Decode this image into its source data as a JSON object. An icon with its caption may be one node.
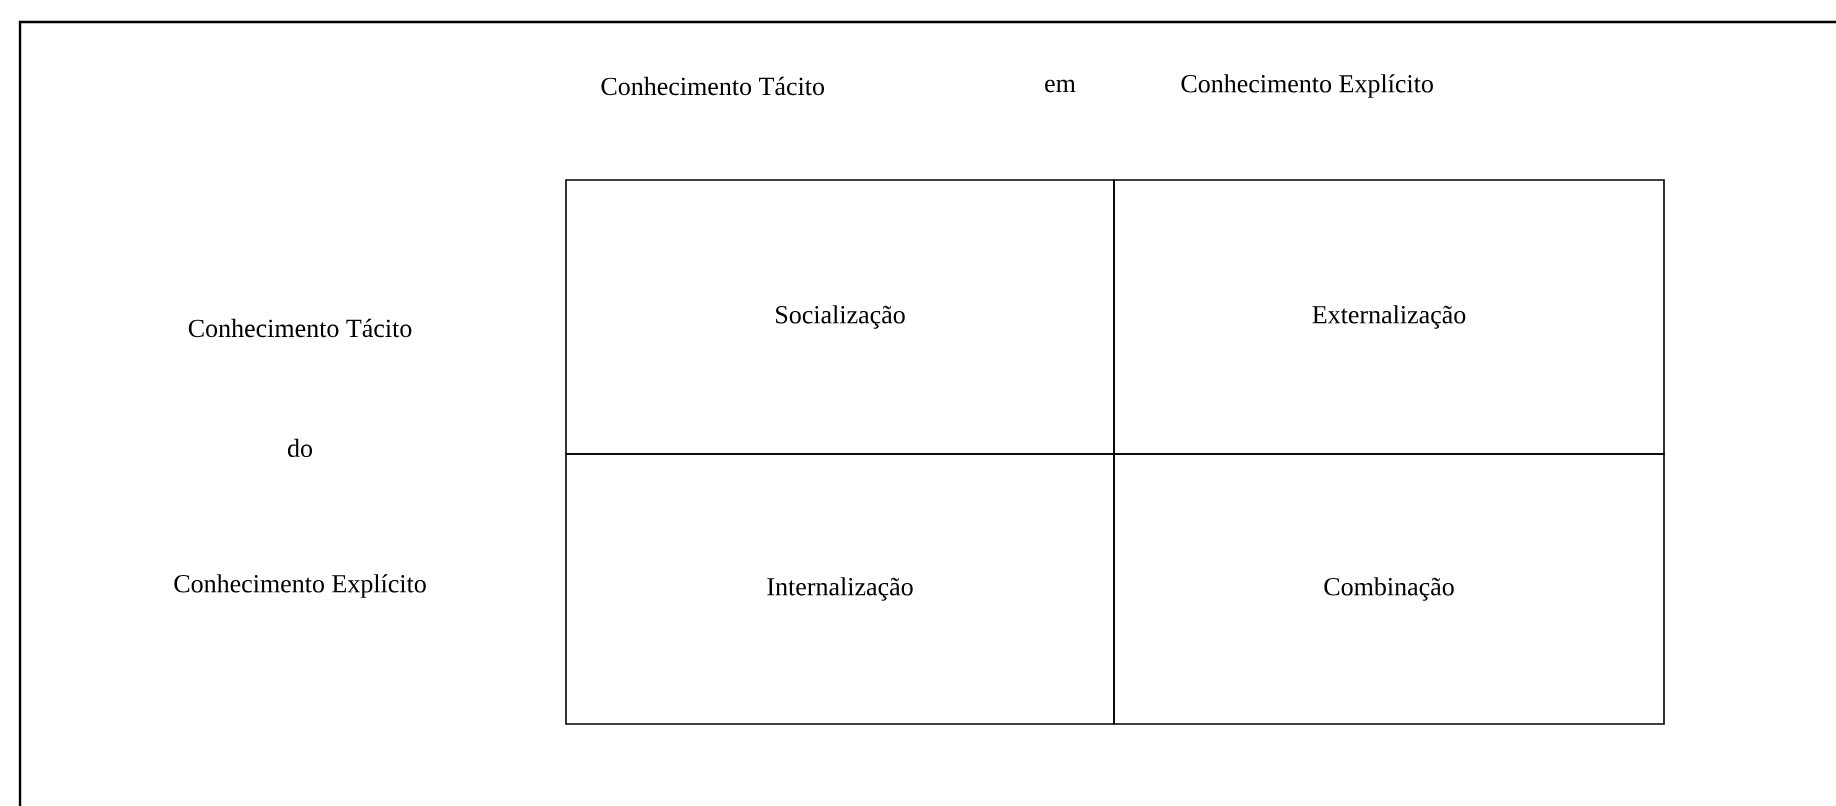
{
  "diagram": {
    "nodes": [
      {
        "text": [
          "Socialização"
        ]
      },
      {
        "text": [
          "Externalização"
        ]
      },
      {
        "text": [
          "Internalização"
        ]
      },
      {
        "text": [
          "Combinação"
        ]
      }
    ],
    "labels": [
      "Conhecimento Tácito",
      "em",
      "Conhecimento Explícito",
      "Conhecimento Tácito",
      "do",
      "Conhecimento Explícito"
    ]
  }
}
